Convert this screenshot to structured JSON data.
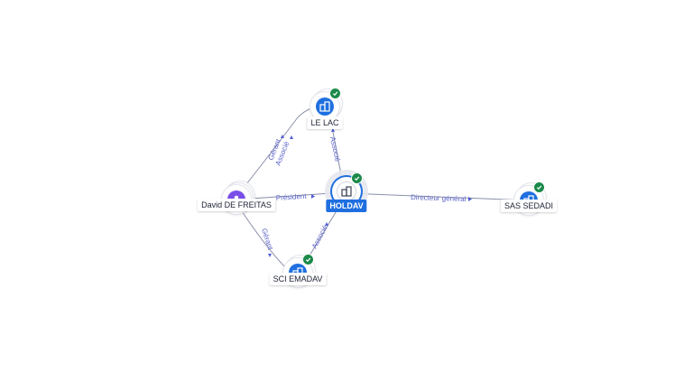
{
  "nodes": {
    "le_lac": {
      "label": "LE LAC",
      "type": "company",
      "verified": true
    },
    "holdav": {
      "label": "HOLDAV",
      "type": "company",
      "verified": true,
      "focus": true
    },
    "sas_sedadi": {
      "label": "SAS SEDADI",
      "type": "company",
      "verified": true
    },
    "david": {
      "label": "David DE FREITAS",
      "type": "person"
    },
    "sci_emadav": {
      "label": "SCI EMADAV",
      "type": "company",
      "verified": true
    }
  },
  "edges": {
    "president": "Président",
    "associe_top_right": "Associé",
    "gerant_top": "Gérant",
    "associe_top_left": "Associé",
    "directeur": "Directeur général",
    "gerant_bottom": "Gérant",
    "associe_bottom": "Associé"
  },
  "colors": {
    "accent": "#1f6fe0",
    "person": "#7a4fe8",
    "verified": "#1b8a4a",
    "edge_label": "#5b63c7"
  },
  "icons": {
    "company": "building-icon",
    "person": "user-icon",
    "verified": "check-icon"
  }
}
